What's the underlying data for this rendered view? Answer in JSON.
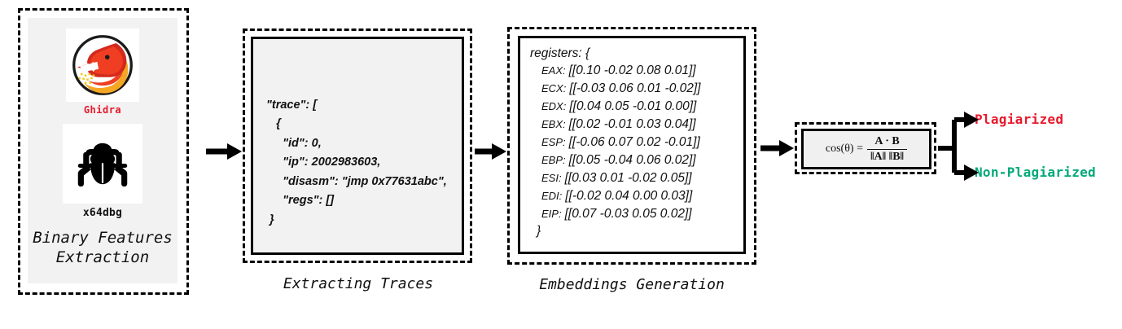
{
  "diagram": {
    "title": "Binary code plagiarism detection pipeline",
    "background": "#ffffff"
  },
  "stage_binary": {
    "caption": "Binary Features\nExtraction",
    "tools": [
      {
        "name": "Ghidra",
        "label": "Ghidra",
        "icon": "ghidra-dragon-icon",
        "color": "#e8192c"
      },
      {
        "name": "x64dbg",
        "label": "x64dbg",
        "icon": "bug-icon",
        "color": "#000000"
      }
    ]
  },
  "stage_trace": {
    "caption": "Extracting Traces",
    "code": "\"trace\": [\n   {\n     \"id\": 0,\n     \"ip\": 2002983603,\n     \"disasm\": \"jmp 0x77631abc\",\n     \"regs\": []\n }"
  },
  "stage_embeddings": {
    "caption": "Embeddings\nGeneration",
    "header": "registers: {",
    "closing": "}",
    "registers": [
      {
        "name": "EAX:",
        "vector": "[[0.10 -0.02 0.08 0.01]]"
      },
      {
        "name": "ECX:",
        "vector": "[[-0.03 0.06 0.01 -0.02]]"
      },
      {
        "name": "EDX:",
        "vector": "[[0.04 0.05 -0.01 0.00]]"
      },
      {
        "name": "EBX:",
        "vector": "[[0.02 -0.01 0.03 0.04]]"
      },
      {
        "name": "ESP:",
        "vector": "[[-0.06 0.07 0.02 -0.01]]"
      },
      {
        "name": "EBP:",
        "vector": "[[0.05 -0.04 0.06 0.02]]"
      },
      {
        "name": "ESI:",
        "vector": "[[0.03 0.01 -0.02 0.05]]"
      },
      {
        "name": "EDI:",
        "vector": "[[-0.02 0.04 0.00 0.03]]"
      },
      {
        "name": "EIP:",
        "vector": "[[0.07 -0.03 0.05 0.02]]"
      }
    ]
  },
  "stage_formula": {
    "lhs": "cos(θ) =",
    "numerator": "A · B",
    "denominator": "‖A‖ ‖B‖"
  },
  "outputs": [
    {
      "label": "Plagiarized",
      "color": "#e8192c"
    },
    {
      "label": "Non-Plagiarized",
      "color": "#00a878"
    }
  ]
}
